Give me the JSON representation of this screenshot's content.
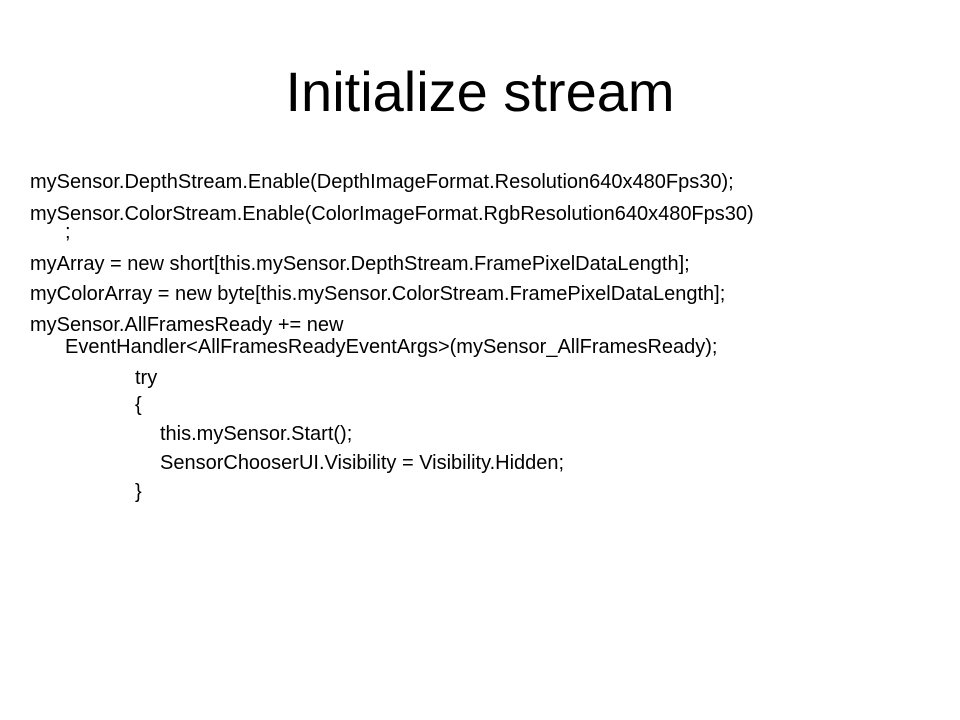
{
  "slide": {
    "title": "Initialize stream",
    "lines": [
      "mySensor.DepthStream.Enable(DepthImageFormat.Resolution640x480Fps30);",
      "mySensor.ColorStream.Enable(ColorImageFormat.RgbResolution640x480Fps30)",
      ";",
      "myArray = new short[this.mySensor.DepthStream.FramePixelDataLength];",
      "myColorArray = new byte[this.mySensor.ColorStream.FramePixelDataLength];",
      "mySensor.AllFramesReady += new",
      "EventHandler<AllFramesReadyEventArgs>(mySensor_AllFramesReady);",
      "try",
      "{",
      "this.mySensor.Start();",
      "SensorChooserUI.Visibility = Visibility.Hidden;",
      "}"
    ]
  }
}
